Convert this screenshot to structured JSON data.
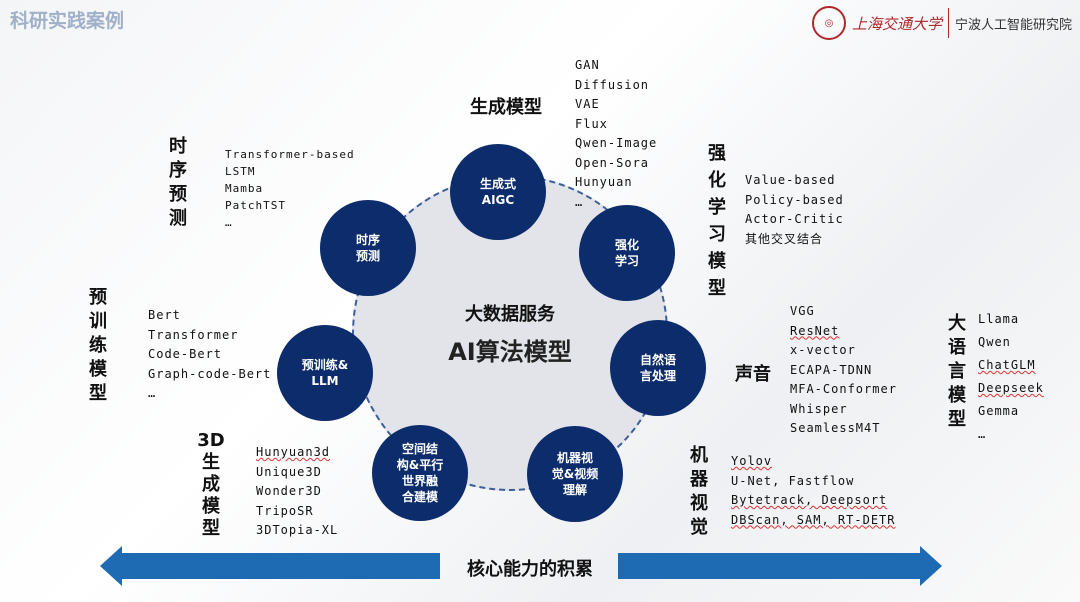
{
  "header": {
    "title": "科研实践案例",
    "logo_university": "上海交通大学",
    "logo_institute": "宁波人工智能研究院"
  },
  "center": {
    "line1": "大数据服务",
    "line2": "AI算法模型"
  },
  "nodes": [
    "生成式\nAIGC",
    "强化\n学习",
    "自然语\n言处理",
    "机器视\n觉&视频\n理解",
    "空间结\n构&平行\n世界融\n合建模",
    "预训练&\nLLM",
    "时序\n预测"
  ],
  "groups": {
    "gen": {
      "title": "生成模型",
      "items": [
        "GAN",
        "Diffusion",
        "VAE",
        "Flux",
        "Qwen-Image",
        "Open-Sora",
        "Hunyuan",
        "…"
      ]
    },
    "ts": {
      "title": "时序预测",
      "items": [
        "Transformer-based",
        "LSTM",
        "Mamba",
        "PatchTST",
        "…"
      ]
    },
    "rl": {
      "title": "强化学习模型",
      "items": [
        "Value-based",
        "Policy-based",
        "Actor-Critic",
        "其他交叉结合"
      ]
    },
    "pre": {
      "title": "预训练模型",
      "items": [
        "Bert",
        "Transformer",
        "Code-Bert",
        "Graph-code-Bert",
        "…"
      ]
    },
    "audio": {
      "title": "声音",
      "items": [
        "VGG",
        "ResNet",
        "x-vector",
        "ECAPA-TDNN",
        "MFA-Conformer",
        "Whisper",
        "SeamlessM4T"
      ]
    },
    "llm": {
      "title": "大语言模型",
      "items": [
        "Llama",
        "Qwen",
        "ChatGLM",
        "Deepseek",
        "Gemma",
        "…"
      ]
    },
    "d3": {
      "title": "3D生成模型",
      "items": [
        "Hunyuan3d",
        "Unique3D",
        "Wonder3D",
        "TripoSR",
        "3DTopia-XL"
      ]
    },
    "cv": {
      "title": "机器视觉",
      "items": [
        "Yolov",
        "U-Net, Fastflow",
        "Bytetrack, Deepsort",
        "DBScan, SAM, RT-DETR"
      ]
    }
  },
  "footer": {
    "label": "核心能力的积累"
  }
}
